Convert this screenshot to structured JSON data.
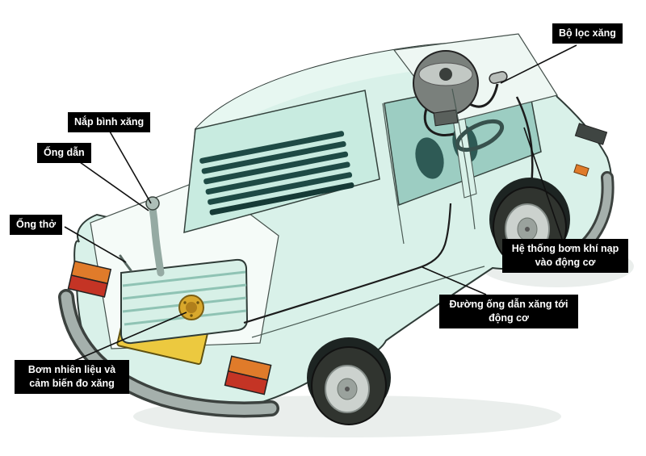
{
  "labels": {
    "fuel_filter": "Bộ lọc xăng",
    "fuel_cap": "Nắp bình xăng",
    "pipe": "Ống dẫn",
    "breather": "Ống thở",
    "fuel_pump": "Bơm nhiên liệu và cảm biến đo xăng",
    "air_intake": "Hệ thống bơm khí nạp vào động cơ",
    "fuel_line": "Đường ống dẫn xăng tới động cơ"
  },
  "colors": {
    "label_bg": "#000000",
    "label_text": "#ffffff",
    "car_body": "#d9f1e9",
    "glass": "#c8ebe0",
    "interior_dark": "#2e5a55",
    "license_plate": "#ecc93f",
    "tail_light_orange": "#e07b2a",
    "tail_light_red": "#c43425",
    "fuel_sender_gold": "#d9a82c",
    "bumper_gray": "#a5b0ac"
  }
}
